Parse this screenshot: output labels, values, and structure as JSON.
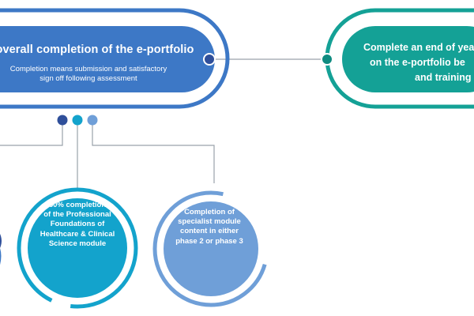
{
  "left_box": {
    "title": "overall completion of the e-portfolio",
    "subtitle_lines": [
      "Completion means submission and satisfactory",
      "sign off following assessment"
    ]
  },
  "right_box": {
    "title_lines": [
      "Complete an end of yea",
      "on the e-portfolio be",
      "and training"
    ]
  },
  "circle_middle": {
    "lines": [
      "50% completion",
      "of the Professional",
      "Foundations of",
      "Healthcare & Clinical",
      "Science module"
    ]
  },
  "circle_right": {
    "lines": [
      "Completion of",
      "specialist module",
      "content in either",
      "phase 2 or phase 3"
    ]
  },
  "colors": {
    "blue": "#3d78c6",
    "blue_dark": "#2f4f9a",
    "cyan": "#13a3cc",
    "light_blue": "#6f9fd8",
    "teal": "#14a196",
    "connector": "#9aa2aa"
  }
}
